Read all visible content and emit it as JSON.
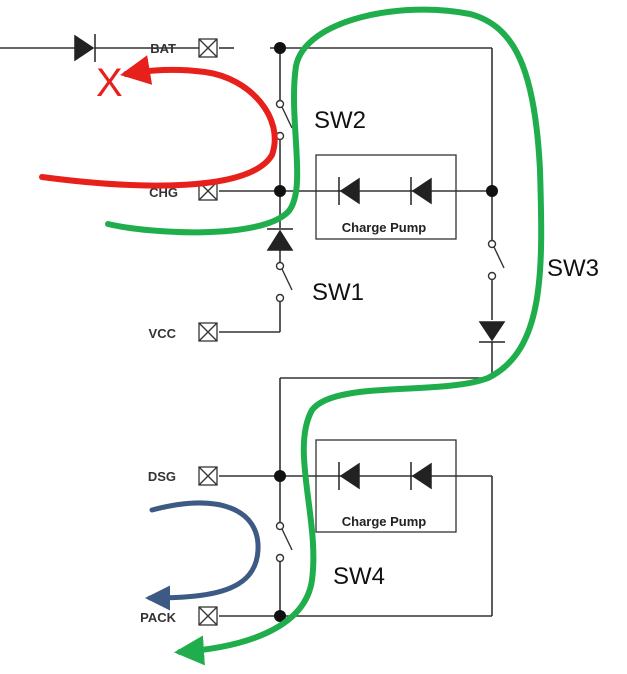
{
  "pins": {
    "bat": "BAT",
    "chg": "CHG",
    "vcc": "VCC",
    "dsg": "DSG",
    "pack": "PACK"
  },
  "switches": {
    "sw1": "SW1",
    "sw2": "SW2",
    "sw3": "SW3",
    "sw4": "SW4"
  },
  "charge_pump": {
    "top_label": "Charge Pump",
    "bottom_label": "Charge Pump"
  },
  "blocked_mark": "X",
  "colors": {
    "wire": "#333333",
    "red_path": "#e8201c",
    "green_path": "#1fae4b",
    "blue_path": "#3d5a85"
  }
}
